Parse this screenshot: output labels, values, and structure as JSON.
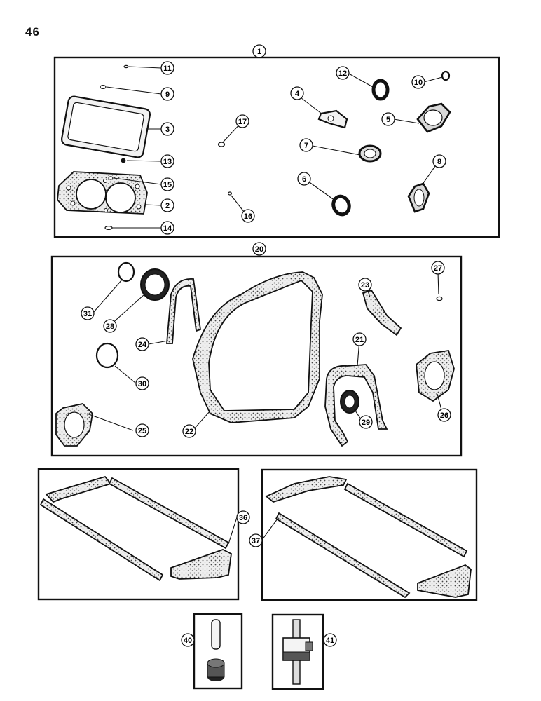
{
  "page": {
    "number": "46"
  },
  "callouts": {
    "c1": "1",
    "c2": "2",
    "c3": "3",
    "c4": "4",
    "c5": "5",
    "c6": "6",
    "c7": "7",
    "c8": "8",
    "c9": "9",
    "c10": "10",
    "c11": "11",
    "c12": "12",
    "c13": "13",
    "c14": "14",
    "c15": "15",
    "c16": "16",
    "c17": "17",
    "c20": "20",
    "c21": "21",
    "c22": "22",
    "c23": "23",
    "c24": "24",
    "c25": "25",
    "c26": "26",
    "c27": "27",
    "c28": "28",
    "c29": "29",
    "c30": "30",
    "c31": "31",
    "c36": "36",
    "c37": "37",
    "c40": "40",
    "c41": "41"
  }
}
